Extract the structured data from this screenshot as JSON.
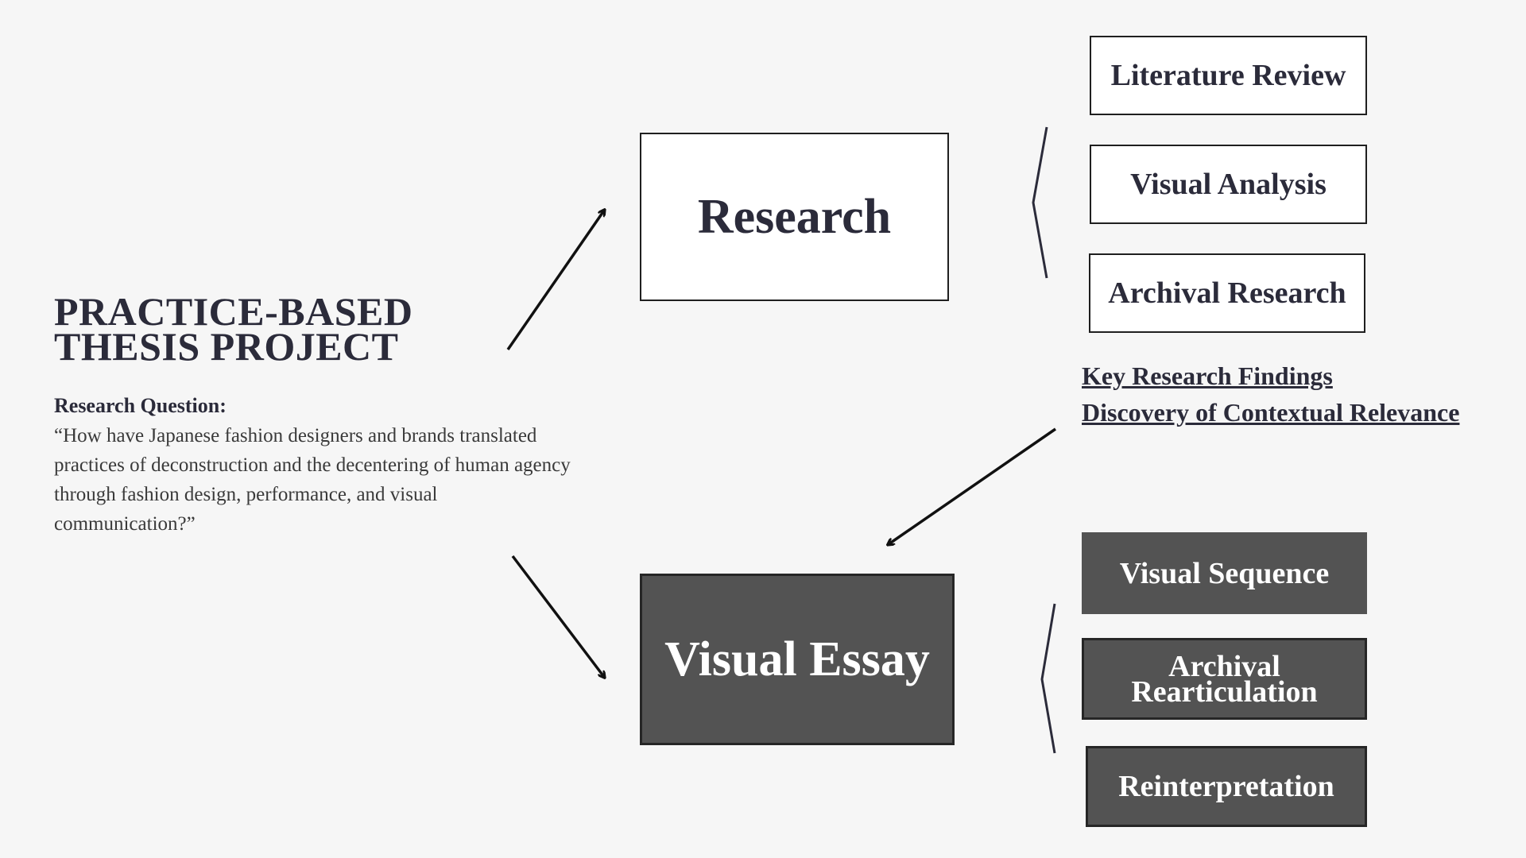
{
  "title": {
    "line1": "PRACTICE-BASED",
    "line2": "THESIS PROJECT"
  },
  "research_question": {
    "label": "Research Question:",
    "text": "“How have Japanese fashion designers and brands translated practices of deconstruction and the decentering of human agency through fashion design, performance, and visual communication?”"
  },
  "research": {
    "label": "Research",
    "methods": [
      "Literature Review",
      "Visual Analysis",
      "Archival Research"
    ]
  },
  "findings": {
    "line1": "Key Research Findings ",
    "line2": "Discovery of Contextual Relevance"
  },
  "visual_essay": {
    "label": "Visual Essay",
    "components": [
      "Visual Sequence",
      "Archival Rearticulation",
      "Reinterpretation"
    ]
  },
  "colors": {
    "background": "#f6f6f6",
    "dark_box": "#535353",
    "text": "#2b2b3a"
  }
}
